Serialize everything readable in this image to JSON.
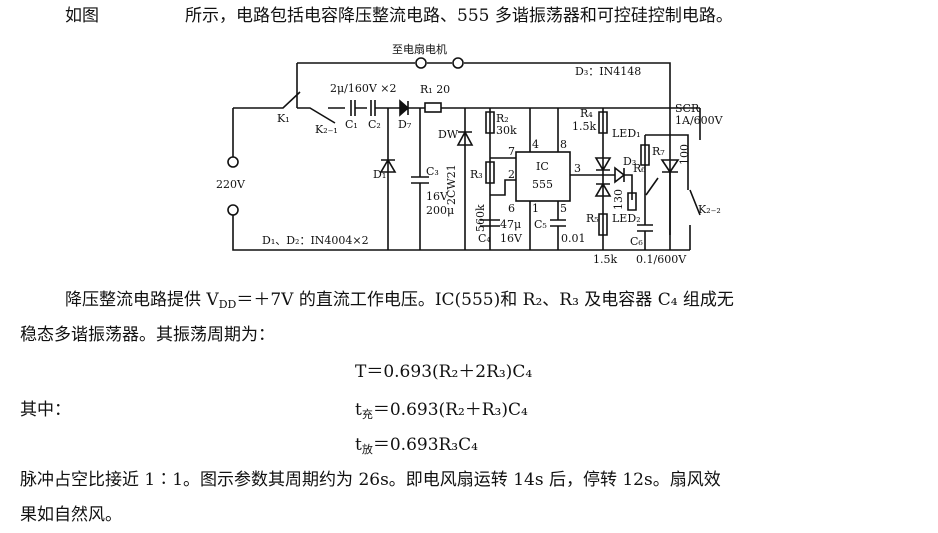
{
  "intro": {
    "a": "如图",
    "b": "所示，电路包括电容降压整流电路、555 多谐振荡器和可控硅控制电路。"
  },
  "circuit": {
    "motor": "至电扇电机",
    "d3": "D₃：IN4148",
    "caps": "2μ/160V ×2",
    "r1": "R₁ 20",
    "k1": "K₁",
    "k21": "K₂₋₁",
    "c1": "C₁",
    "c2": "C₂",
    "d7": "D₇",
    "d1": "D₁",
    "dw": "DW",
    "dwv": "2CW21",
    "c3": "C₃",
    "c3v1": "16V",
    "c3v2": "200μ",
    "r2": "R₂",
    "r2v": "30k",
    "r3": "R₃",
    "r3v": "560k",
    "c4": "C₄",
    "c4v": "47μ",
    "c4v2": "16V",
    "ic1": "IC",
    "ic2": "555",
    "p4": "4",
    "p8": "8",
    "p7": "7",
    "p2": "2",
    "p6": "6",
    "p1": "1",
    "p5": "5",
    "p3": "3",
    "c5": "C₅",
    "c5v": "0.01",
    "r4": "R₄",
    "r4v": "1.5k",
    "led1": "LED₁",
    "led2": "LED₂",
    "r5": "R₅",
    "r5v": "1.5k",
    "d3l": "D₃",
    "r6": "R₆",
    "r6v": "130",
    "r7": "R₇",
    "r7v": "100",
    "c6": "C₆",
    "c6v": "0.1/600V",
    "scr": "SCR",
    "scrv": "1A/600V",
    "k22": "K₂₋₂",
    "v220": "220V",
    "d12": "D₁、D₂：IN4004×2"
  },
  "p1": {
    "a": "降压整流电路提供 V",
    "sub": "DD",
    "b": "＝＋7V 的直流工作电压。IC(555)和 R₂、R₃ 及电容器 C₄ 组成无"
  },
  "p2": "稳态多谐振荡器。其振荡周期为：",
  "f1": "T＝0.693(R₂＋2R₃)C₄",
  "where": "其中：",
  "f2": {
    "a": "t",
    "sub": "充",
    "b": "＝0.693(R₂＋R₃)C₄"
  },
  "f3": {
    "a": "t",
    "sub": "放",
    "b": "＝0.693R₃C₄"
  },
  "p3": "脉冲占空比接近 1∶1。图示参数其周期约为 26s。即电风扇运转 14s 后，停转 12s。扇风效",
  "p4": "果如自然风。"
}
